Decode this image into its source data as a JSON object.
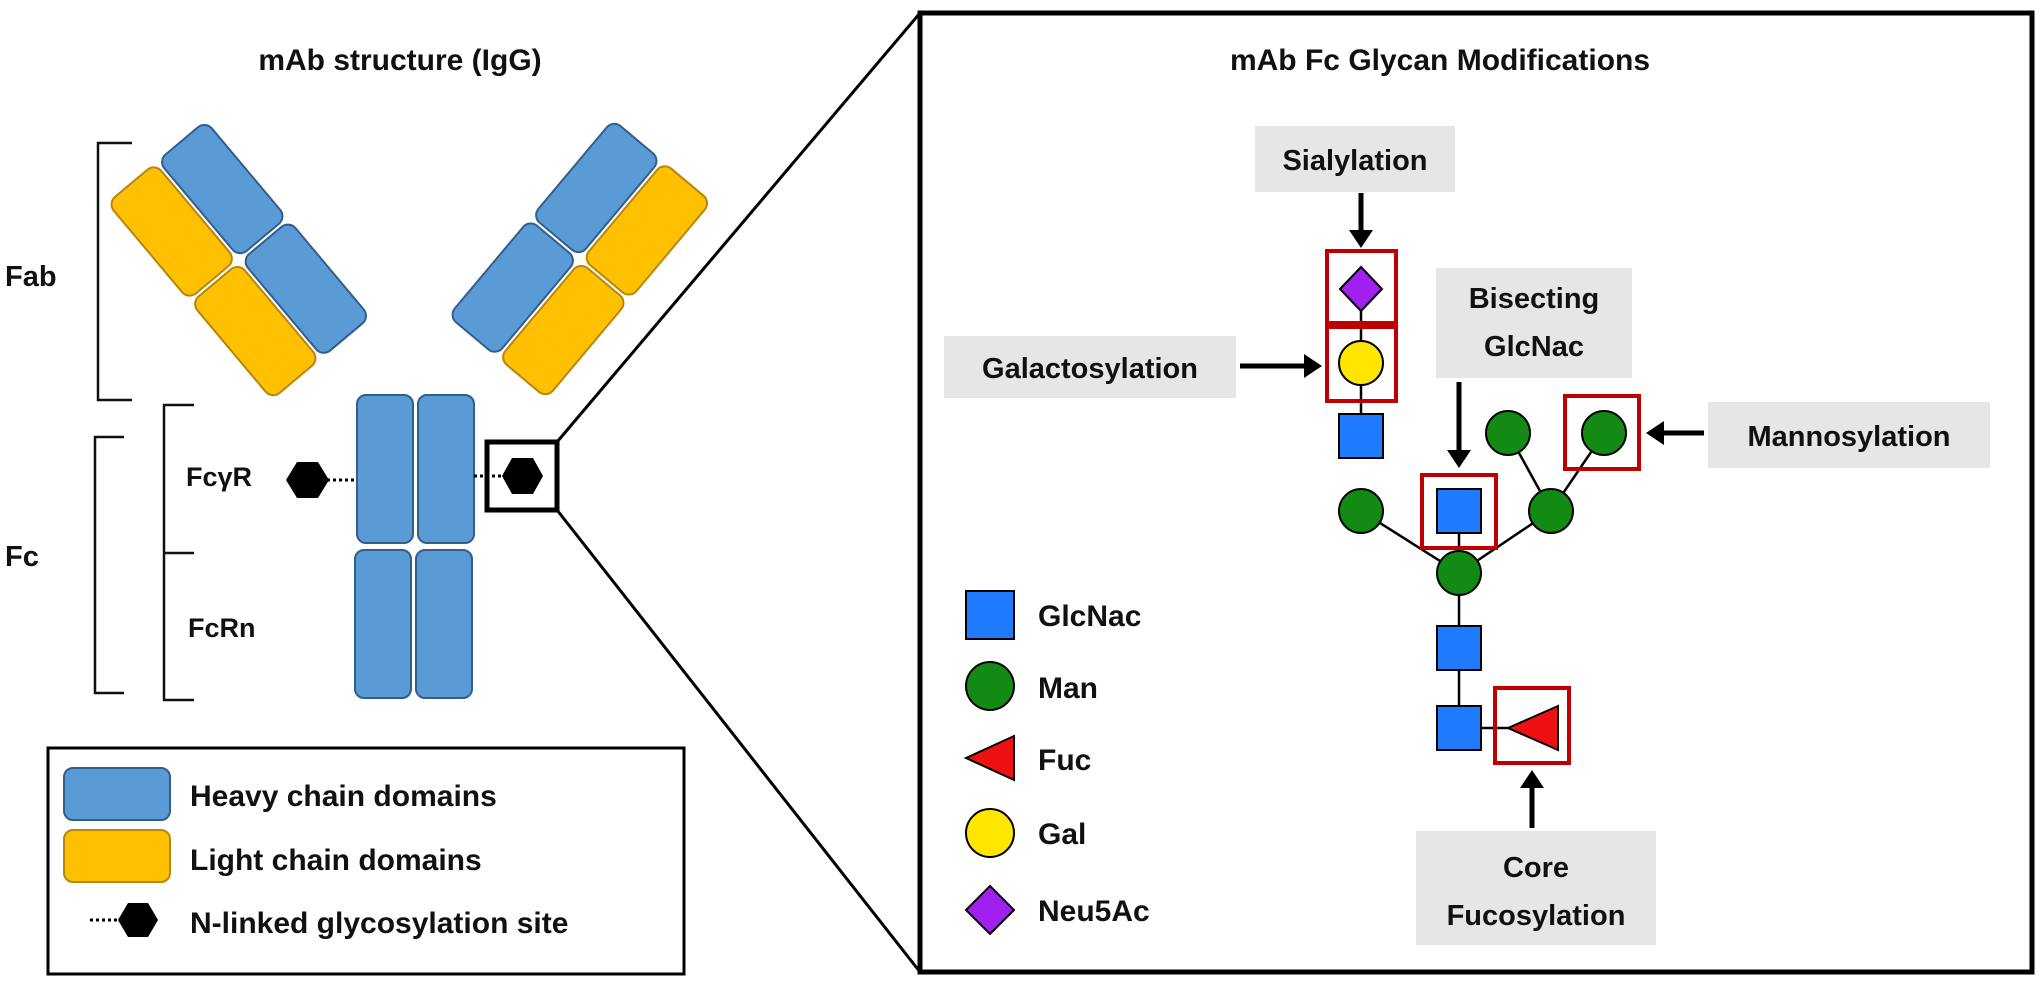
{
  "left_panel": {
    "title": "mAb structure (IgG)",
    "brace_fab": "Fab",
    "brace_fc": "Fc",
    "label_fcgr": "FcγR",
    "label_fcrn": "FcRn"
  },
  "legend_left": {
    "items": [
      {
        "label": "Heavy chain domains",
        "color": "#5B9BD5"
      },
      {
        "label": "Light chain domains",
        "color": "#FFC000"
      },
      {
        "label": "N-linked glycosylation site",
        "color": "#000000"
      }
    ]
  },
  "right_panel": {
    "title": "mAb Fc Glycan Modifications",
    "callouts": {
      "sialylation": "Sialylation",
      "galactosylation": "Galactosylation",
      "bisecting_1": "Bisecting",
      "bisecting_2": "GlcNac",
      "mannosylation": "Mannosylation",
      "core_fuc_1": "Core",
      "core_fuc_2": "Fucosylation"
    },
    "legend": [
      {
        "label": "GlcNac",
        "shape": "square",
        "color": "#1E7BFF"
      },
      {
        "label": "Man",
        "shape": "circle",
        "color": "#138A13"
      },
      {
        "label": "Fuc",
        "shape": "triangle",
        "color": "#EE1111"
      },
      {
        "label": "Gal",
        "shape": "circle",
        "color": "#FFE600"
      },
      {
        "label": "Neu5Ac",
        "shape": "diamond",
        "color": "#A020F0"
      }
    ]
  },
  "colors": {
    "heavy_chain": "#5B9BD5",
    "light_chain": "#FFC000",
    "glcnac": "#1E7BFF",
    "man": "#138A13",
    "fuc": "#EE1111",
    "gal": "#FFE600",
    "neu5ac": "#A020F0",
    "highlight_box": "#C00000",
    "callout_bg": "#E6E6E6"
  }
}
